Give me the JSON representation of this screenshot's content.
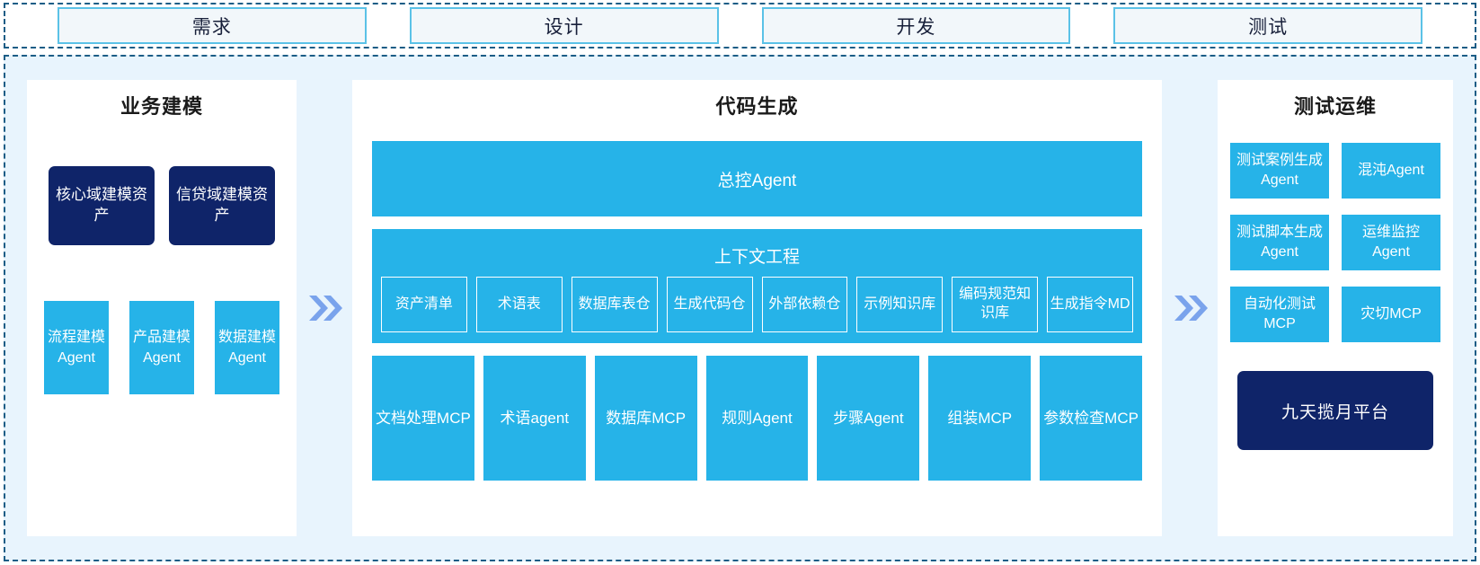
{
  "colors": {
    "accent_blue": "#26b3e8",
    "navy": "#0f2469",
    "panel_bg": "#ffffff",
    "canvas_bg": "#e8f4fd",
    "dashed_border": "#1c5d86",
    "phase_border": "#5bc2e7",
    "chevron": "#7aa3ec"
  },
  "phases": [
    {
      "label": "需求"
    },
    {
      "label": "设计"
    },
    {
      "label": "开发"
    },
    {
      "label": "测试"
    }
  ],
  "left_panel": {
    "title": "业务建模",
    "assets": [
      {
        "label": "核心域建模资产"
      },
      {
        "label": "信贷域建模资产"
      }
    ],
    "agents": [
      {
        "label": "流程建模Agent"
      },
      {
        "label": "产品建模Agent"
      },
      {
        "label": "数据建模Agent"
      }
    ]
  },
  "separators": [
    {
      "icon": "double-chevron-right-icon"
    },
    {
      "icon": "double-chevron-right-icon"
    }
  ],
  "center_panel": {
    "title": "代码生成",
    "master_agent": "总控Agent",
    "context": {
      "title": "上下文工程",
      "items": [
        {
          "label": "资产清单"
        },
        {
          "label": "术语表"
        },
        {
          "label": "数据库表仓"
        },
        {
          "label": "生成代码仓"
        },
        {
          "label": "外部依赖仓"
        },
        {
          "label": "示例知识库"
        },
        {
          "label": "编码规范知识库"
        },
        {
          "label": "生成指令MD"
        }
      ]
    },
    "tools": [
      {
        "label": "文档处理MCP"
      },
      {
        "label": "术语agent"
      },
      {
        "label": "数据库MCP"
      },
      {
        "label": "规则Agent"
      },
      {
        "label": "步骤Agent"
      },
      {
        "label": "组装MCP"
      },
      {
        "label": "参数检查MCP"
      }
    ]
  },
  "right_panel": {
    "title": "测试运维",
    "cards": [
      {
        "label": "测试案例生成Agent"
      },
      {
        "label": "混沌Agent"
      },
      {
        "label": "测试脚本生成Agent"
      },
      {
        "label": "运维监控Agent"
      },
      {
        "label": "自动化测试MCP"
      },
      {
        "label": "灾切MCP"
      }
    ],
    "platform": "九天揽月平台"
  }
}
